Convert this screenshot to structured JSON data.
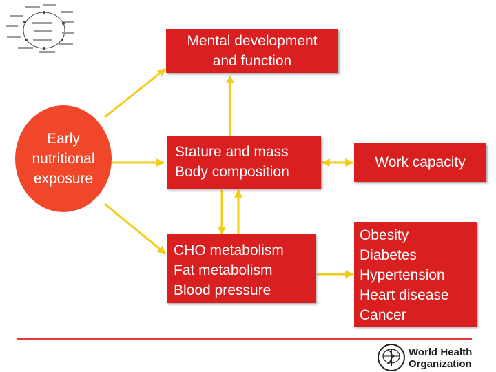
{
  "circle": {
    "lines": [
      "Early",
      "nutritional",
      "exposure"
    ]
  },
  "boxes": {
    "mental": {
      "lines": [
        "Mental development",
        "and function"
      ]
    },
    "stature": {
      "lines": [
        "Stature and mass",
        "Body composition"
      ]
    },
    "work": {
      "lines": [
        "Work capacity"
      ]
    },
    "metabolism": {
      "lines": [
        "CHO metabolism",
        "Fat metabolism",
        "Blood pressure"
      ]
    },
    "disease": {
      "lines": [
        "Obesity",
        "Diabetes",
        "Hypertension",
        "Heart disease",
        "Cancer"
      ]
    }
  },
  "logo": {
    "lines": [
      "World Health",
      "Organization"
    ]
  },
  "colors": {
    "box": "#d91f1f",
    "circle": "#f0462a",
    "arrow": "#f2cc1a",
    "rule": "#e23a3a"
  }
}
